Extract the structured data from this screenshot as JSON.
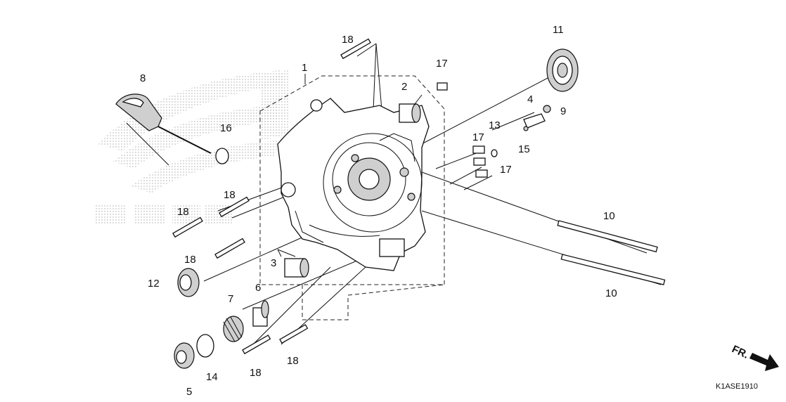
{
  "diagram_code": "K1ASE1910",
  "direction_label": "FR.",
  "part_labels": [
    {
      "id": "l1",
      "text": "1"
    },
    {
      "id": "l2",
      "text": "2"
    },
    {
      "id": "l3",
      "text": "3"
    },
    {
      "id": "l4",
      "text": "4"
    },
    {
      "id": "l5",
      "text": "5"
    },
    {
      "id": "l6",
      "text": "6"
    },
    {
      "id": "l7",
      "text": "7"
    },
    {
      "id": "l8",
      "text": "8"
    },
    {
      "id": "l9",
      "text": "9"
    },
    {
      "id": "l10a",
      "text": "10"
    },
    {
      "id": "l10b",
      "text": "10"
    },
    {
      "id": "l11",
      "text": "11"
    },
    {
      "id": "l12",
      "text": "12"
    },
    {
      "id": "l13",
      "text": "13"
    },
    {
      "id": "l14",
      "text": "14"
    },
    {
      "id": "l15",
      "text": "15"
    },
    {
      "id": "l16",
      "text": "16"
    },
    {
      "id": "l17a",
      "text": "17"
    },
    {
      "id": "l17b",
      "text": "17"
    },
    {
      "id": "l17c",
      "text": "17"
    },
    {
      "id": "l18a",
      "text": "18"
    },
    {
      "id": "l18b",
      "text": "18"
    },
    {
      "id": "l18c",
      "text": "18"
    },
    {
      "id": "l18d",
      "text": "18"
    },
    {
      "id": "l18e",
      "text": "18"
    },
    {
      "id": "l18f",
      "text": "18"
    }
  ]
}
